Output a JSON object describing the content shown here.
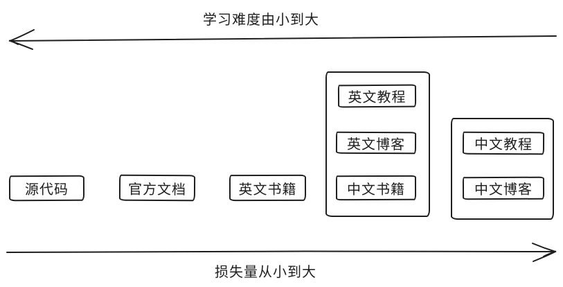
{
  "diagram": {
    "top_axis": {
      "label": "学习难度由小到大",
      "arrow_direction": "left"
    },
    "bottom_axis": {
      "label": "损失量从小到大",
      "arrow_direction": "right"
    },
    "standalone_boxes": [
      {
        "label": "源代码"
      },
      {
        "label": "官方文档"
      },
      {
        "label": "英文书籍"
      }
    ],
    "groups": [
      {
        "items": [
          {
            "label": "英文教程"
          },
          {
            "label": "英文博客"
          },
          {
            "label": "中文书籍"
          }
        ]
      },
      {
        "items": [
          {
            "label": "中文教程"
          },
          {
            "label": "中文博客"
          }
        ]
      }
    ],
    "colors": {
      "stroke": "#1e1e1e",
      "background": "#ffffff"
    }
  }
}
